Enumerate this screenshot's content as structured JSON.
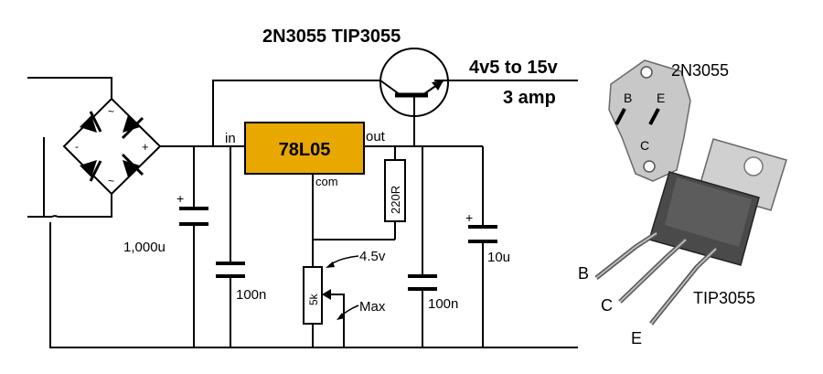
{
  "title": "2N3055  TIP3055",
  "output": {
    "voltage": "4v5 to 15v",
    "current": "3 amp"
  },
  "regulator": {
    "label": "78L05",
    "pin_in": "in",
    "pin_out": "out",
    "pin_com": "com",
    "color": "#e8a800"
  },
  "bridge": {
    "ac_symbol": "~",
    "minus": "-",
    "plus": "+"
  },
  "components": {
    "c_input": "1,000u",
    "c_input_polarity": "+",
    "c_in_bypass": "100n",
    "r_fixed": "220R",
    "pot": "5k",
    "pot_min": "4.5v",
    "pot_max": "Max",
    "c_out_bypass": "100n",
    "c_output": "10u",
    "c_output_polarity": "+"
  },
  "packages": {
    "to3_name": "2N3055",
    "to3_pins": {
      "b": "B",
      "e": "E",
      "c": "C"
    },
    "to218_name": "TIP3055",
    "to218_pins": {
      "b": "B",
      "c": "C",
      "e": "E"
    }
  }
}
